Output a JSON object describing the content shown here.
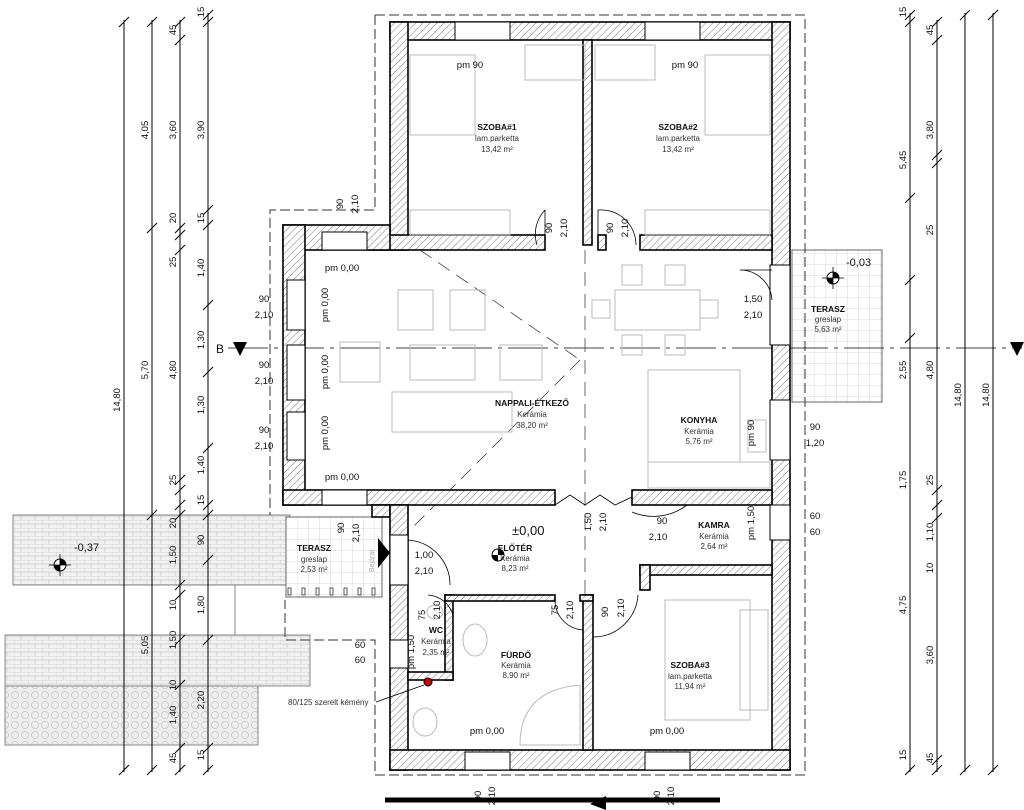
{
  "rooms": {
    "szoba1": {
      "name": "SZOBA#1",
      "floor": "lam.parketta",
      "area": "13,42 m²"
    },
    "szoba2": {
      "name": "SZOBA#2",
      "floor": "lam.parketta",
      "area": "13,42 m²"
    },
    "nappali": {
      "name": "NAPPALI-ÉTKEZŐ",
      "floor": "Kerámia",
      "area": "38,20 m²"
    },
    "konyha": {
      "name": "KONYHA",
      "floor": "Kerámia",
      "area": "5,76 m²"
    },
    "kamra": {
      "name": "KAMRA",
      "floor": "Kerámia",
      "area": "2,64 m²"
    },
    "eloter": {
      "name": "ELŐTÉR",
      "floor": "Kerámia",
      "area": "8,23 m²"
    },
    "wc": {
      "name": "WC",
      "floor": "Kerámia",
      "area": "2,35 m²"
    },
    "furdo": {
      "name": "FÜRDŐ",
      "floor": "Kerámia",
      "area": "8,90 m²"
    },
    "szoba3": {
      "name": "SZOBA#3",
      "floor": "lam.parketta",
      "area": "11,94 m²"
    },
    "terasz_east": {
      "name": "TERASZ",
      "floor": "greslap",
      "area": "5,63 m²"
    },
    "terasz_entry": {
      "name": "TERASZ",
      "floor": "greslap",
      "area": "2,53 m²"
    }
  },
  "levels": {
    "east_terrace": "-0,03",
    "garden": "-0,37",
    "floor": "±0,00"
  },
  "section_marker": "B",
  "entrance_label": "Bejárat",
  "chimney_note": "80/125 szerelt kémény",
  "opening_labels": [
    "pm 90",
    "pm 90",
    "90",
    "2,10",
    "90",
    "2,10",
    "90",
    "2,10",
    "pm 0,00",
    "pm 0,00",
    "pm 0,00",
    "pm 0,00",
    "pm 0,00",
    "90",
    "2,10",
    "90",
    "2,10",
    "90",
    "2,10",
    "1,50",
    "2,10",
    "pm 90",
    "90",
    "1,20",
    "60",
    "60",
    "pm 1,50",
    "90",
    "2,10",
    "1,50",
    "2,10",
    "90",
    "2,10",
    "1,00",
    "2,10",
    "75",
    "2,10",
    "pm 1,50",
    "75",
    "2,10",
    "90",
    "2,10",
    "60",
    "60",
    "pm 0,00",
    "pm 0,00",
    "90",
    "2,10",
    "90",
    "2,10"
  ],
  "dimensions": {
    "left": [
      [
        "14,80"
      ],
      [
        "4,05",
        "5,70",
        "5,05"
      ],
      [
        "45",
        "3,60",
        "20",
        "25",
        "4,80",
        "25",
        "20",
        "1,50",
        "10",
        "1,50",
        "10",
        "1,40",
        "45"
      ],
      [
        "15",
        "3,90",
        "15",
        "1,40",
        "1,30",
        "1,30",
        "1,40",
        "15",
        "90",
        "1,80",
        "2,20",
        "15"
      ]
    ],
    "right": [
      [
        "15",
        "5,45",
        "2,55",
        "1,75",
        "4,75",
        "15"
      ],
      [
        "45",
        "3,80",
        "25",
        "4,80",
        "25",
        "1,10",
        "10",
        "3,60",
        "45"
      ],
      [
        "14,80"
      ],
      [
        "14,80"
      ]
    ]
  }
}
